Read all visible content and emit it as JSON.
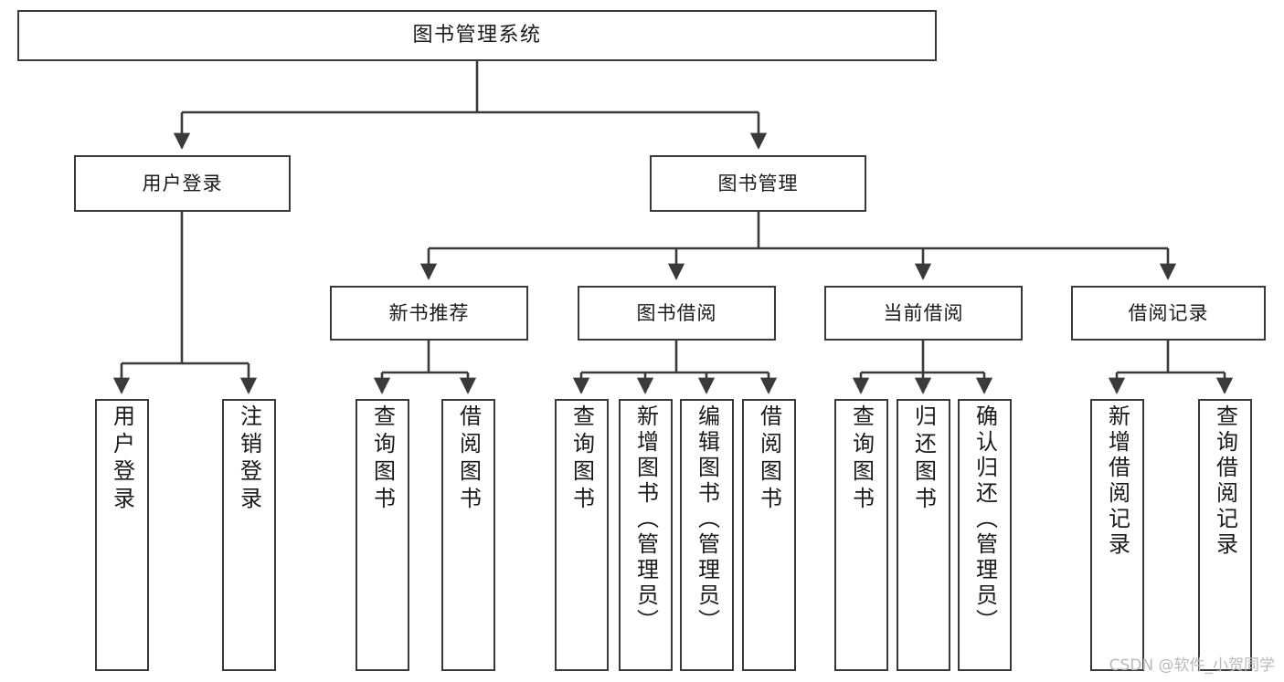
{
  "diagram": {
    "type": "tree",
    "title": "图书管理系统",
    "root": {
      "label": "图书管理系统"
    },
    "level2": [
      {
        "label": "用户登录"
      },
      {
        "label": "图书管理"
      }
    ],
    "level3": [
      {
        "label": "新书推荐"
      },
      {
        "label": "图书借阅"
      },
      {
        "label": "当前借阅"
      },
      {
        "label": "借阅记录"
      }
    ],
    "leaves": {
      "user_login": [
        {
          "label": "用户登录"
        },
        {
          "label": "注销登录"
        }
      ],
      "new_book_recommend": [
        {
          "label": "查询图书"
        },
        {
          "label": "借阅图书"
        }
      ],
      "book_borrow": [
        {
          "label": "查询图书"
        },
        {
          "label": "新增图书（管理员）"
        },
        {
          "label": "编辑图书（管理员）"
        },
        {
          "label": "借阅图书"
        }
      ],
      "current_borrow": [
        {
          "label": "查询图书"
        },
        {
          "label": "归还图书"
        },
        {
          "label": "确认归还（管理员）"
        }
      ],
      "borrow_records": [
        {
          "label": "新增借阅记录"
        },
        {
          "label": "查询借阅记录"
        }
      ]
    }
  },
  "watermark": {
    "text": "CSDN @软件_小贺同学"
  },
  "colors": {
    "border": "#3a3a3a",
    "text": "#1a1a1a",
    "background": "#ffffff",
    "watermark": "#b9b9b9"
  }
}
